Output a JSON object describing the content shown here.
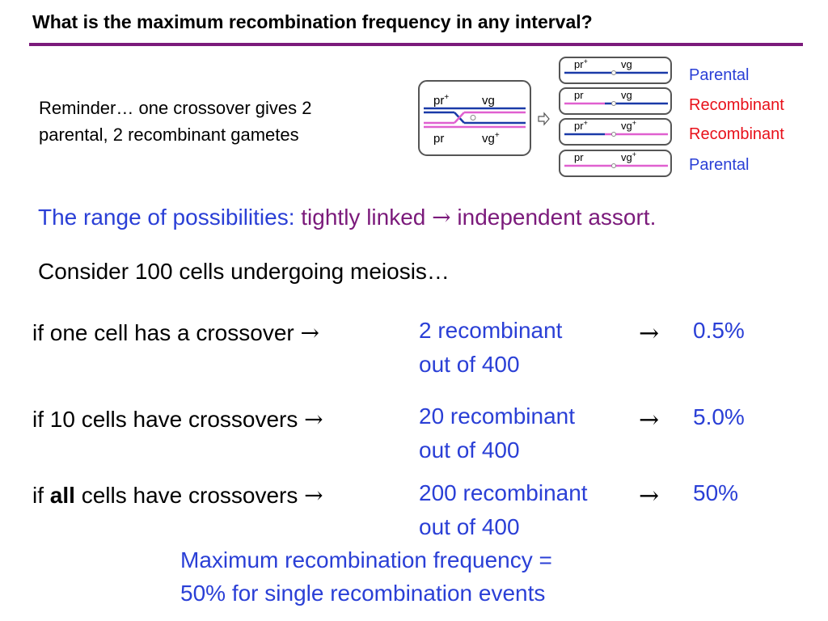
{
  "title": "What is the maximum recombination frequency in any interval?",
  "colors": {
    "title_rule": "#7b1a7b",
    "blue_text": "#2a3fd6",
    "purple_text": "#7b1a7b",
    "red_text": "#e8101a",
    "chromosome_blue": "#1a3aa8",
    "chromosome_pink": "#e060d0"
  },
  "reminder": {
    "line1": "Reminder… one crossover gives 2",
    "line2": "parental, 2 recombinant gametes"
  },
  "diagram": {
    "parent": {
      "top_left": "pr",
      "top_left_sup": "+",
      "top_right": "vg",
      "bottom_left": "pr",
      "bottom_right": "vg",
      "bottom_right_sup": "+"
    },
    "arrow_icon": "outline-right-arrow",
    "gametes": [
      {
        "left": "pr",
        "left_sup": "+",
        "right": "vg",
        "right_sup": "",
        "label": "Parental",
        "label_color": "#2a3fd6"
      },
      {
        "left": "pr",
        "left_sup": "",
        "right": "vg",
        "right_sup": "",
        "label": "Recombinant",
        "label_color": "#e8101a"
      },
      {
        "left": "pr",
        "left_sup": "+",
        "right": "vg",
        "right_sup": "+",
        "label": "Recombinant",
        "label_color": "#e8101a"
      },
      {
        "left": "pr",
        "left_sup": "",
        "right": "vg",
        "right_sup": "+",
        "label": "Parental",
        "label_color": "#2a3fd6"
      }
    ]
  },
  "range": {
    "prefix": "The range of possibilities: ",
    "linked": "tightly linked ",
    "arrow": "→",
    "independent": " independent assort."
  },
  "consider": "Consider 100 cells undergoing meiosis…",
  "cases": [
    {
      "condition_pre": "if one cell has a crossover ",
      "condition_bold": "",
      "condition_post": "",
      "arrow": "→",
      "result_line1": "2 recombinant",
      "result_line2": "out of 400",
      "arrow2": "→",
      "percent": "0.5%"
    },
    {
      "condition_pre": "if 10 cells have crossovers ",
      "condition_bold": "",
      "condition_post": "",
      "arrow": "→",
      "result_line1": "20 recombinant",
      "result_line2": "out of 400",
      "arrow2": "→",
      "percent": "5.0%"
    },
    {
      "condition_pre": "if ",
      "condition_bold": "all",
      "condition_post": " cells have crossovers ",
      "arrow": "→",
      "result_line1": "200 recombinant",
      "result_line2": "out of 400",
      "arrow2": "→",
      "percent": "50%"
    }
  ],
  "conclusion": {
    "line1": "Maximum recombination frequency =",
    "line2": "50% for single recombination events"
  }
}
